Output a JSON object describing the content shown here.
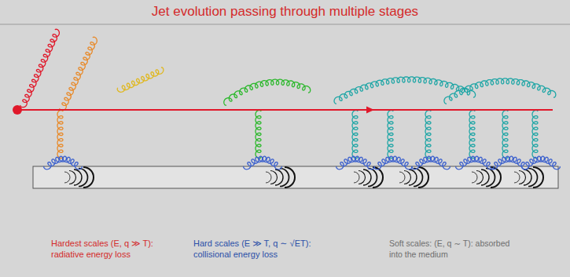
{
  "diagram": {
    "title": "Jet evolution passing through multiple stages",
    "labels": [
      "Hardest scales (E, q ≫ T): radiative energy loss",
      "Hard scales (E ≫ T, q ∼ √ET): collisional energy loss",
      "Soft scales: (E, q ∼ T): absorbed into the medium"
    ]
  }
}
